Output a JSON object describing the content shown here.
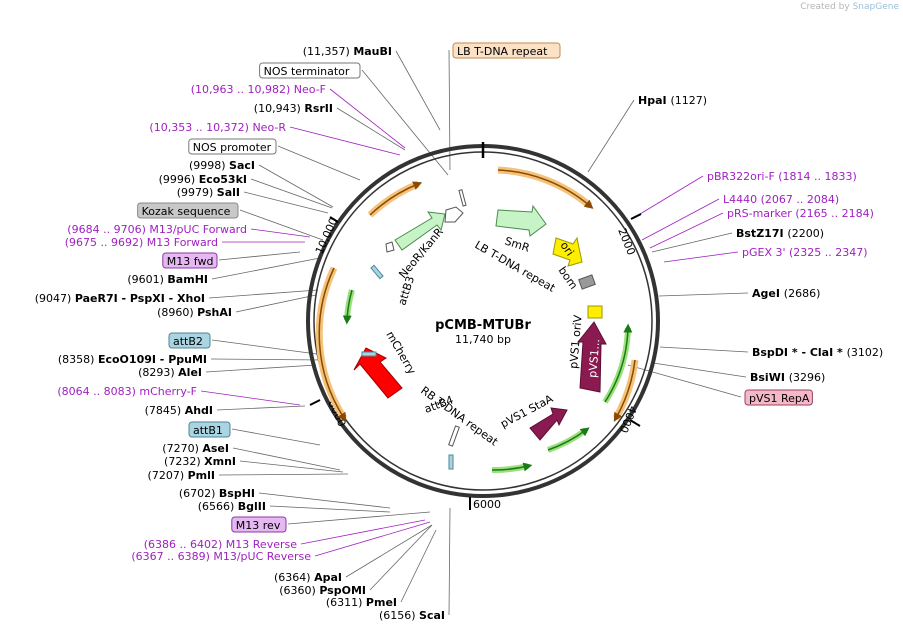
{
  "credit": {
    "prefix": "Created by",
    "brand": "SnapGene"
  },
  "plasmid": {
    "name": "pCMB-MTUBr",
    "size_label": "11,740 bp",
    "length": 11740
  },
  "ticks": [
    "2000",
    "4000",
    "6000",
    "8000",
    "10,000"
  ],
  "left_labels": [
    {
      "pos": "(11,357)",
      "name": "MauBI",
      "kind": "site"
    },
    {
      "text": "NOS terminator",
      "kind": "box",
      "color": "#ffffff",
      "border": "#777777"
    },
    {
      "text": "(10,963 .. 10,982)  Neo-F",
      "kind": "primer"
    },
    {
      "pos": "(10,943)",
      "name": "RsrII",
      "kind": "site"
    },
    {
      "text": "(10,353 .. 10,372)  Neo-R",
      "kind": "primer"
    },
    {
      "text": "NOS promoter",
      "kind": "box",
      "color": "#ffffff",
      "border": "#777777"
    },
    {
      "pos": "(9998)",
      "name": "SacI",
      "kind": "site"
    },
    {
      "pos": "(9996)",
      "name": "Eco53kI",
      "kind": "site"
    },
    {
      "pos": "(9979)",
      "name": "SalI",
      "kind": "site"
    },
    {
      "text": "Kozak sequence",
      "kind": "box",
      "color": "#c8c8c8",
      "border": "#888888"
    },
    {
      "text": "(9684 .. 9706)  M13/pUC Forward",
      "kind": "primer"
    },
    {
      "text": "(9675 .. 9692)  M13 Forward",
      "kind": "primer"
    },
    {
      "text": "M13 fwd",
      "kind": "box",
      "color": "#e6b8f2",
      "border": "#8a3aa0"
    },
    {
      "pos": "(9601)",
      "name": "BamHI",
      "kind": "site"
    },
    {
      "pos": "(9047)",
      "name": "PaeR7I  -  PspXI  -  XhoI",
      "kind": "site"
    },
    {
      "pos": "(8960)",
      "name": "PshAI",
      "kind": "site"
    },
    {
      "text": "attB2",
      "kind": "box",
      "color": "#a9d4e2",
      "border": "#4d8597"
    },
    {
      "pos": "(8358)",
      "name": "EcoO109I  -  PpuMI",
      "kind": "site"
    },
    {
      "pos": "(8293)",
      "name": "AleI",
      "kind": "site"
    },
    {
      "text": "(8064 .. 8083)  mCherry-F",
      "kind": "primer"
    },
    {
      "pos": "(7845)",
      "name": "AhdI",
      "kind": "site"
    },
    {
      "text": "attB1",
      "kind": "box",
      "color": "#a9d4e2",
      "border": "#4d8597"
    },
    {
      "pos": "(7270)",
      "name": "AseI",
      "kind": "site"
    },
    {
      "pos": "(7232)",
      "name": "XmnI",
      "kind": "site"
    },
    {
      "pos": "(7207)",
      "name": "PmlI",
      "kind": "site"
    },
    {
      "pos": "(6702)",
      "name": "BspHI",
      "kind": "site"
    },
    {
      "pos": "(6566)",
      "name": "BglII",
      "kind": "site"
    },
    {
      "text": "M13 rev",
      "kind": "box",
      "color": "#e6b8f2",
      "border": "#8a3aa0"
    },
    {
      "text": "(6386 .. 6402)  M13 Reverse",
      "kind": "primer"
    },
    {
      "text": "(6367 .. 6389)  M13/pUC Reverse",
      "kind": "primer"
    },
    {
      "pos": "(6364)",
      "name": "ApaI",
      "kind": "site"
    },
    {
      "pos": "(6360)",
      "name": "PspOMI",
      "kind": "site"
    },
    {
      "pos": "(6311)",
      "name": "PmeI",
      "kind": "site"
    },
    {
      "pos": "(6156)",
      "name": "ScaI",
      "kind": "site"
    }
  ],
  "right_labels": [
    {
      "text": "LB T-DNA repeat",
      "kind": "box",
      "color": "#fbe1c6",
      "border": "#c58a4b"
    },
    {
      "name": "HpaI",
      "pos": "(1127)",
      "kind": "site"
    },
    {
      "text": "pBR322ori-F    (1814 .. 1833)",
      "kind": "primer"
    },
    {
      "text": "L4440    (2067 .. 2084)",
      "kind": "primer"
    },
    {
      "text": "pRS-marker    (2165 .. 2184)",
      "kind": "primer"
    },
    {
      "name": "BstZ17I",
      "pos": "(2200)",
      "kind": "site"
    },
    {
      "text": "pGEX 3'    (2325 .. 2347)",
      "kind": "primer"
    },
    {
      "name": "AgeI",
      "pos": "(2686)",
      "kind": "site"
    },
    {
      "name": "BspDI *  -  ClaI *",
      "pos": "(3102)",
      "kind": "site"
    },
    {
      "name": "BsiWI",
      "pos": "(3296)",
      "kind": "site"
    },
    {
      "text": "pVS1 RepA",
      "kind": "box",
      "color": "#f4b8c8",
      "border": "#9a4060"
    }
  ],
  "features": [
    {
      "label": "NeoR/KanR",
      "color": "#c6f4c6"
    },
    {
      "label": "SmR",
      "color": "#c6f4c6"
    },
    {
      "label": "LB T-DNA repeat",
      "color": "#ffffff"
    },
    {
      "label": "ori",
      "color": "#ffee00"
    },
    {
      "label": "bom",
      "color": "#999999"
    },
    {
      "label": "pVS1 oriV",
      "color": "#ffee00"
    },
    {
      "label": "pVS1...",
      "color": "#8b1a50"
    },
    {
      "label": "pVS1 StaA",
      "color": "#8b1a50"
    },
    {
      "label": "RB T-DNA repeat",
      "color": "#ffffff"
    },
    {
      "label": "attB4",
      "color": "#a9d4e2"
    },
    {
      "label": "mCherry",
      "color": "#ff0000"
    },
    {
      "label": "attB3",
      "color": "#a9d4e2"
    }
  ]
}
